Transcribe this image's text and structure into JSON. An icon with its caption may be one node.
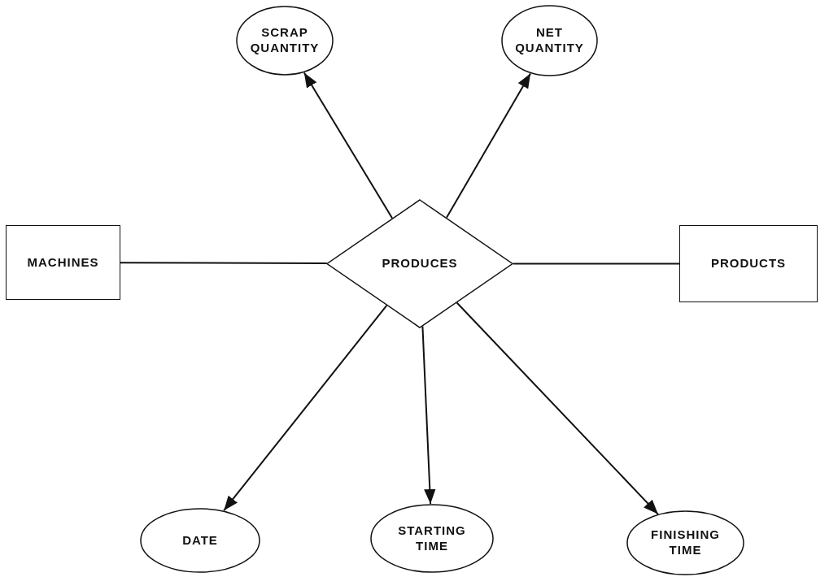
{
  "diagram": {
    "nodes": [
      {
        "text": [
          "MACHINES"
        ]
      },
      {
        "text": [
          "PRODUCES"
        ]
      },
      {
        "text": [
          "PRODUCTS"
        ]
      },
      {
        "text": [
          "SCRAP QUANTITY"
        ]
      },
      {
        "text": [
          "NET QUANTITY"
        ]
      },
      {
        "text": [
          "DATE"
        ]
      },
      {
        "text": [
          "STARTING TIME"
        ]
      },
      {
        "text": [
          "FINISHING TIME"
        ]
      }
    ],
    "edges": [
      {
        "from": 0,
        "to": 1,
        "arrow": "none"
      },
      {
        "from": 1,
        "to": 2,
        "arrow": "none"
      },
      {
        "from": 1,
        "to": 3,
        "arrow": "to"
      },
      {
        "from": 1,
        "to": 4,
        "arrow": "to"
      },
      {
        "from": 1,
        "to": 5,
        "arrow": "to"
      },
      {
        "from": 1,
        "to": 6,
        "arrow": "to"
      },
      {
        "from": 1,
        "to": 7,
        "arrow": "to"
      }
    ]
  }
}
